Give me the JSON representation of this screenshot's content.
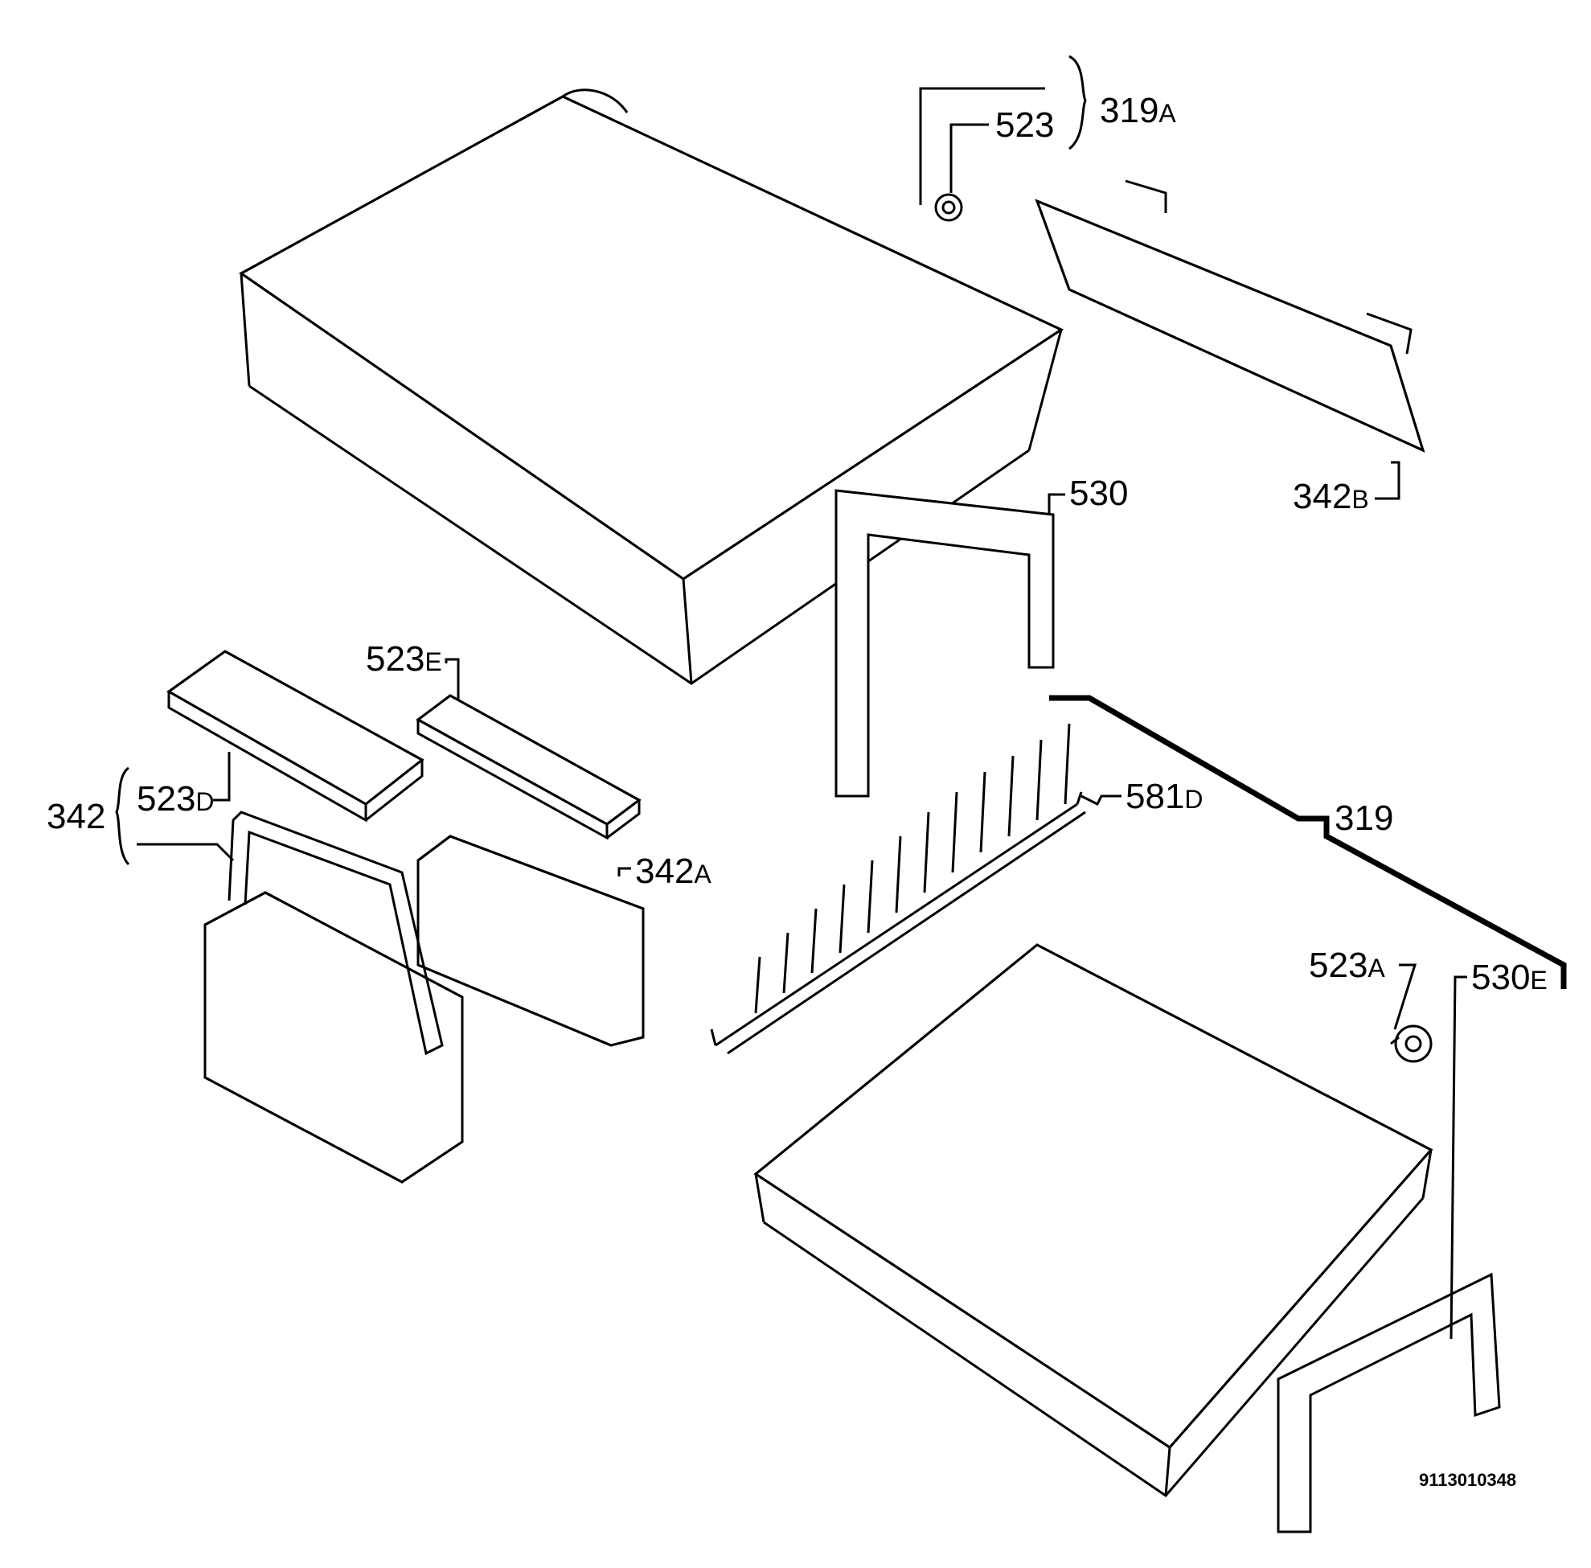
{
  "document_number": "9113010348",
  "callouts": {
    "c319a": {
      "num": "319",
      "suffix": "A"
    },
    "c523": {
      "num": "523",
      "suffix": ""
    },
    "c342b": {
      "num": "342",
      "suffix": "B"
    },
    "c530": {
      "num": "530",
      "suffix": ""
    },
    "c523e": {
      "num": "523",
      "suffix": "E"
    },
    "c342": {
      "num": "342",
      "suffix": ""
    },
    "c523d": {
      "num": "523",
      "suffix": "D"
    },
    "c342a": {
      "num": "342",
      "suffix": "A"
    },
    "c581d": {
      "num": "581",
      "suffix": "D"
    },
    "c319": {
      "num": "319",
      "suffix": ""
    },
    "c523a": {
      "num": "523",
      "suffix": "A"
    },
    "c530e": {
      "num": "530",
      "suffix": "E"
    }
  }
}
